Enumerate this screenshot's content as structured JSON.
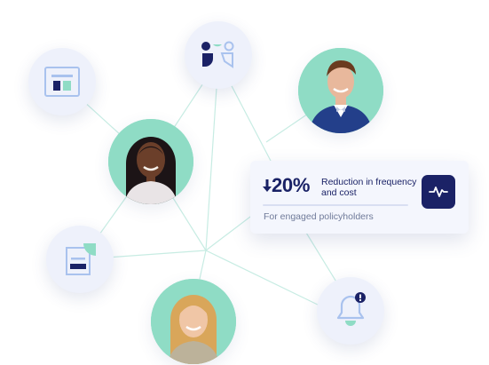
{
  "stat_card": {
    "value": "20%",
    "label": "Reduction in frequency and cost",
    "caption": "For engaged policyholders"
  },
  "icons": {
    "arrow": "arrow-down-icon",
    "pulse": "activity-pulse-icon",
    "bell": "bell-alert-icon",
    "document": "document-icon",
    "dashboard": "dashboard-layout-icon",
    "shapes": "shapes-logo-icon"
  },
  "colors": {
    "navy": "#1b2266",
    "mint": "#8fdcc5",
    "node_background": "#eef1fb",
    "connector": "#c7ece3",
    "accent_blue": "#a9c2ee"
  }
}
